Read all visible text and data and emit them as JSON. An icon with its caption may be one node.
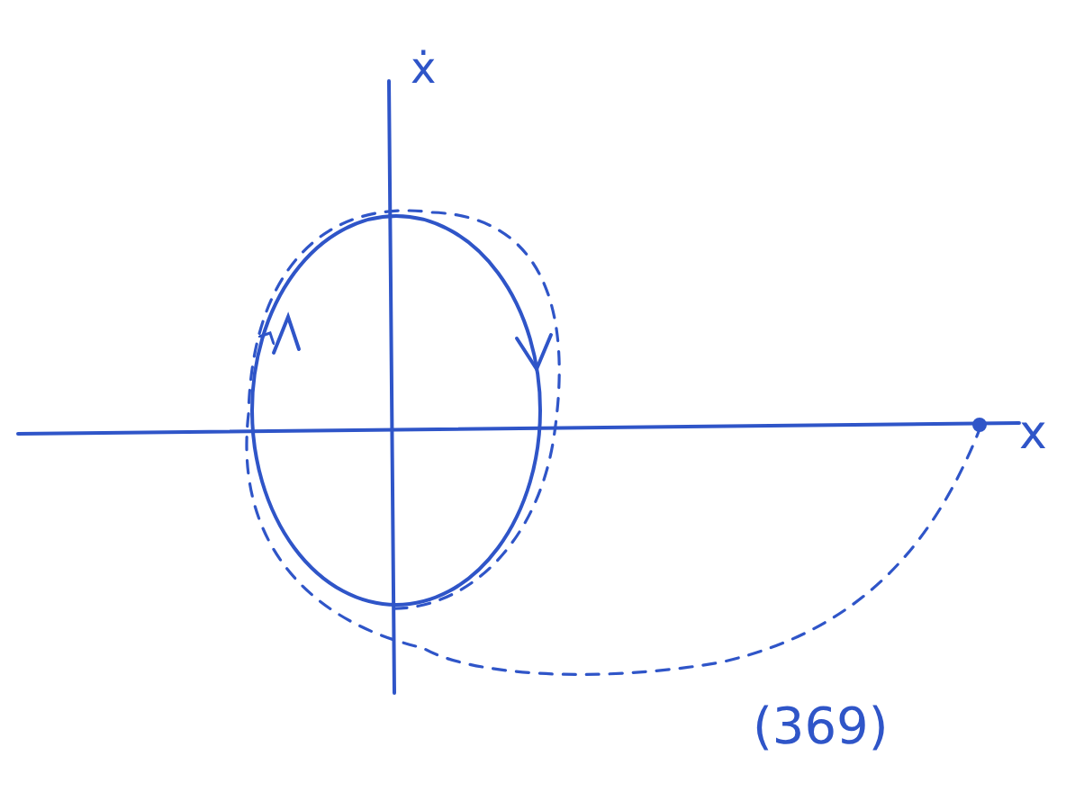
{
  "diagram": {
    "labels": [
      "ẋ",
      "x",
      "(369)"
    ]
  }
}
